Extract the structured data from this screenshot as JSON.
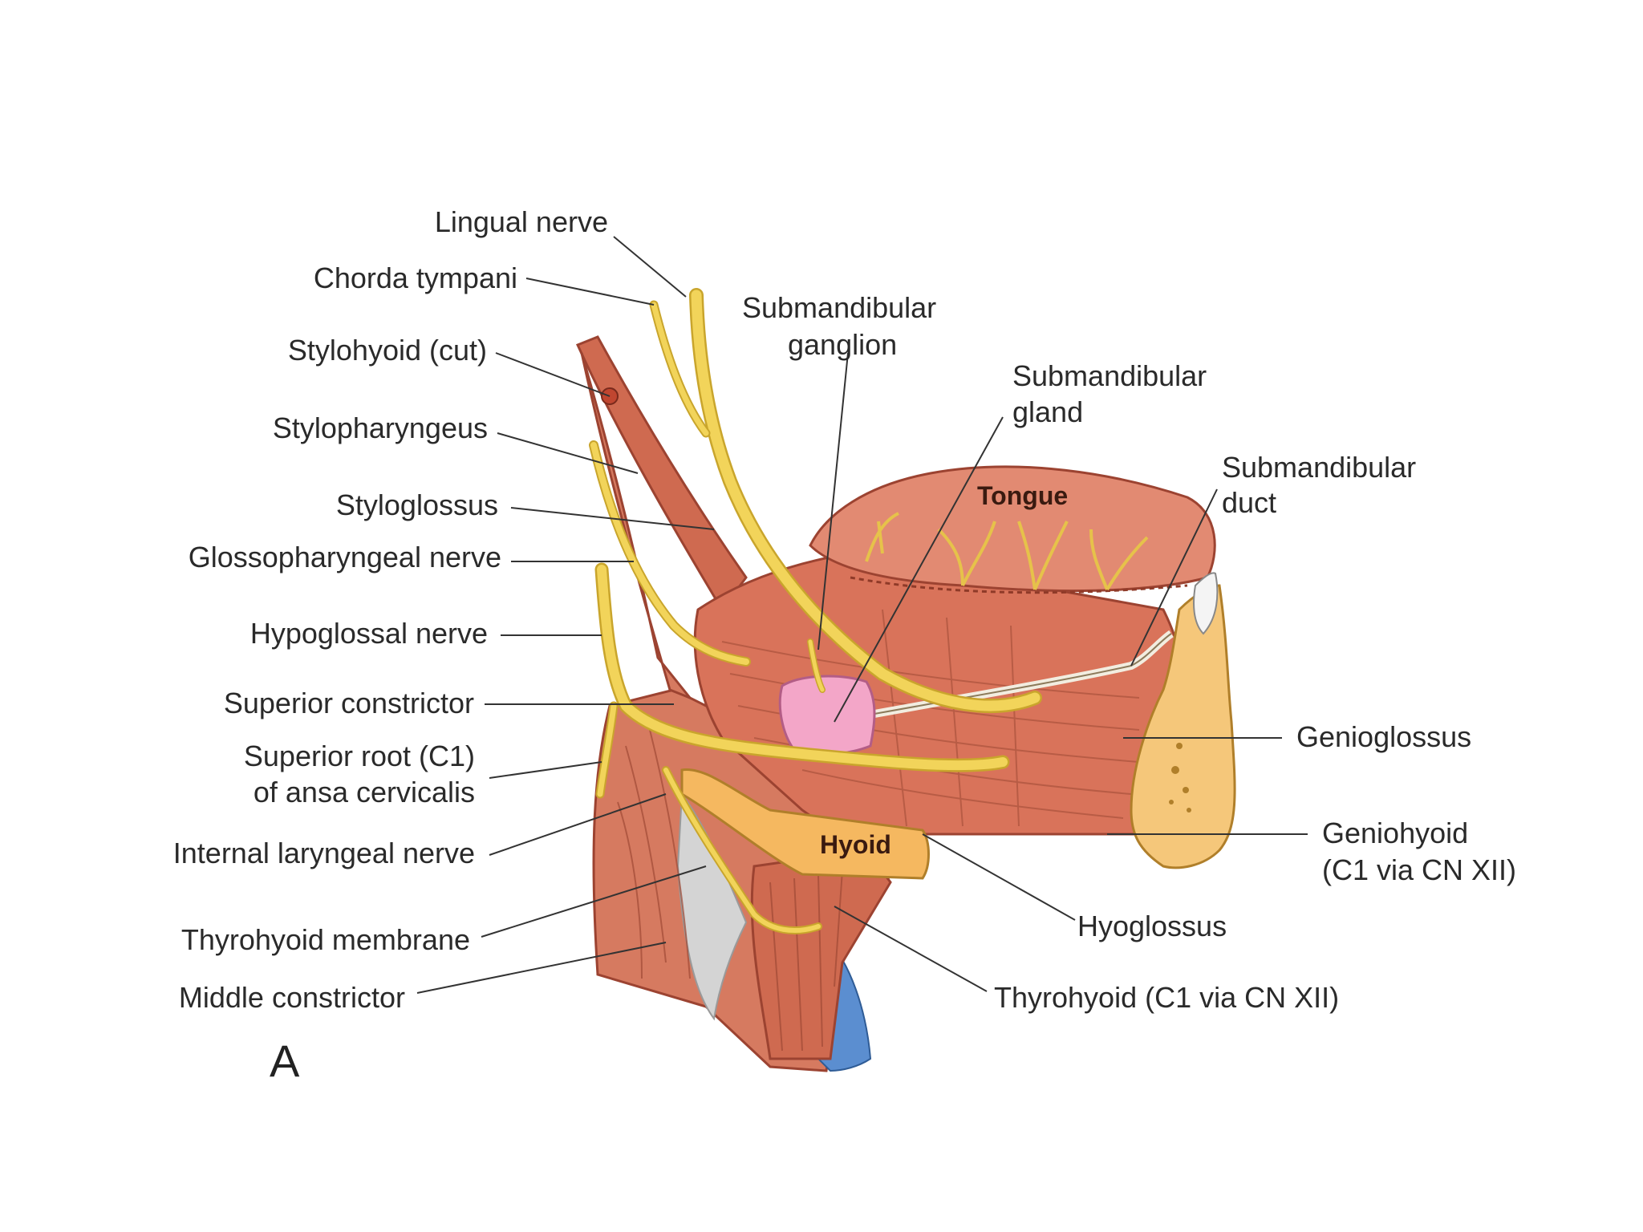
{
  "labels": {
    "lingual_nerve": "Lingual nerve",
    "chorda_tympani": "Chorda tympani",
    "stylohyoid_cut": "Stylohyoid (cut)",
    "stylopharyngeus": "Stylopharyngeus",
    "styloglossus": "Styloglossus",
    "glossopharyngeal_nerve": "Glossopharyngeal nerve",
    "hypoglossal_nerve": "Hypoglossal nerve",
    "superior_constrictor": "Superior constrictor",
    "superior_root_line1": "Superior root (C1)",
    "superior_root_line2": "of ansa cervicalis",
    "internal_laryngeal_nerve": "Internal laryngeal nerve",
    "thyrohyoid_membrane": "Thyrohyoid membrane",
    "middle_constrictor": "Middle constrictor",
    "submandibular_ganglion_line1": "Submandibular",
    "submandibular_ganglion_line2": "ganglion",
    "submandibular_gland_line1": "Submandibular",
    "submandibular_gland_line2": "gland",
    "submandibular_duct_line1": "Submandibular",
    "submandibular_duct_line2": "duct",
    "genioglossus": "Genioglossus",
    "geniohyoid_line1": "Geniohyoid",
    "geniohyoid_line2": "(C1 via CN XII)",
    "hyoglossus": "Hyoglossus",
    "thyrohyoid": "Thyrohyoid (C1 via CN XII)",
    "tongue": "Tongue",
    "hyoid": "Hyoid",
    "panel_letter": "A"
  },
  "colors": {
    "muscle": "#d9735a",
    "muscle_dark": "#b8503c",
    "tongue": "#e0806a",
    "nerve": "#f2d45a",
    "nerve_edge": "#c9a52c",
    "bone": "#f5c77a",
    "gland": "#f3a6c8",
    "membrane": "#d8d8d8",
    "cartilage_blue": "#5b8ed0",
    "leader": "#333333"
  }
}
